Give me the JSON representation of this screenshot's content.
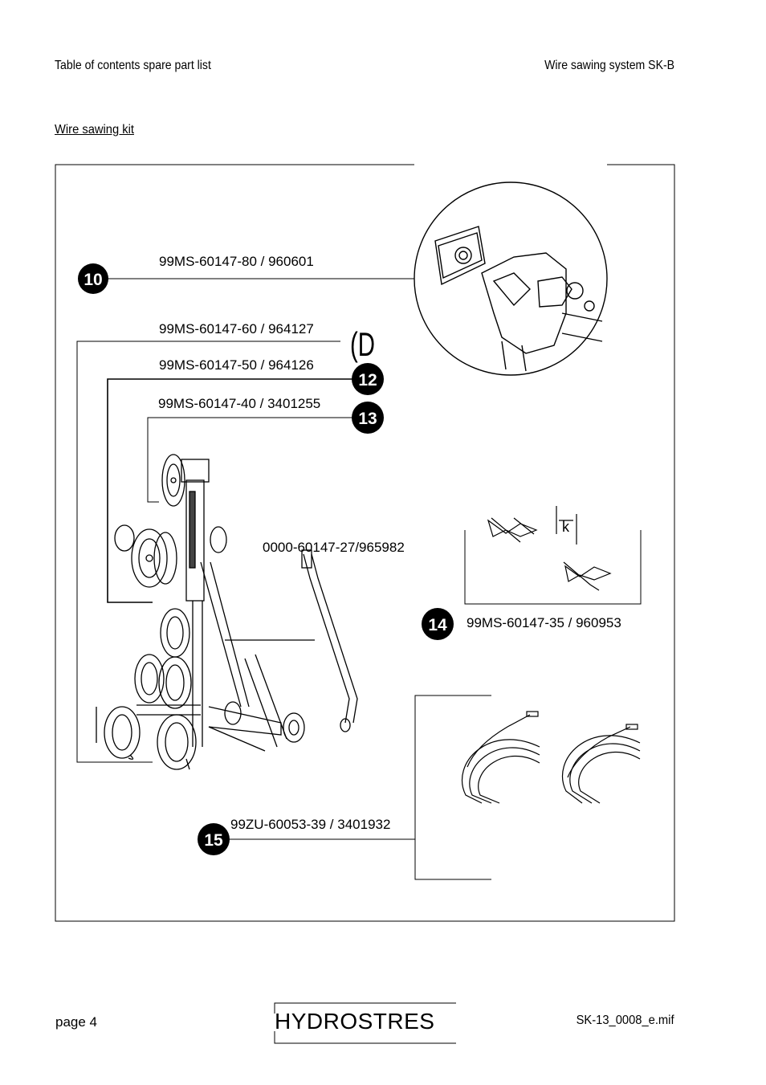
{
  "header": {
    "left": "Table of contents spare part list",
    "right": "Wire sawing system SK-B"
  },
  "section_title": "Wire sawing kit",
  "callouts": [
    {
      "number": "10",
      "part": "99MS-60147-80 / 960601"
    },
    {
      "number": "",
      "part": "99MS-60147-60 / 964127"
    },
    {
      "number": "12",
      "part": "99MS-60147-50 / 964126"
    },
    {
      "number": "13",
      "part": "99MS-60147-40 / 3401255"
    },
    {
      "number": "",
      "part": "0000-60147-27/965982"
    },
    {
      "number": "14",
      "part": "99MS-60147-35 / 960953"
    },
    {
      "number": "15",
      "part": "99ZU-60053-39 / 3401932"
    }
  ],
  "artifacts": {
    "scan_mark": "(D",
    "detail_mark": "k"
  },
  "footer": {
    "page": "page 4",
    "brand": "HYDROSTRES",
    "file": "SK-13_0008_e.mif"
  }
}
